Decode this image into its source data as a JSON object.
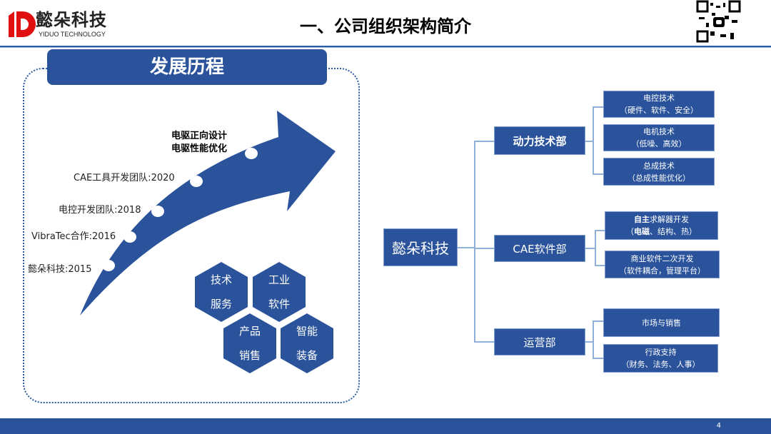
{
  "header": {
    "logo_text": "懿朵科技",
    "logo_sub": "YIDUO TECHNOLOGY",
    "title": "一、公司组织架构简介"
  },
  "history": {
    "title": "发展历程",
    "milestones": [
      "懿朵科技:2015",
      "VibraTec合作:2016",
      "电控开发团队:2018",
      "CAE工具开发团队:2020"
    ],
    "future": [
      "电驱正向设计",
      "电驱性能优化"
    ],
    "hexes": [
      [
        "技术",
        "服务"
      ],
      [
        "工业",
        "软件"
      ],
      [
        "产品",
        "销售"
      ],
      [
        "智能",
        "装备"
      ]
    ]
  },
  "org": {
    "root": "懿朵科技",
    "departments": [
      {
        "name": "动力技术部",
        "subs": [
          {
            "title": "电控技术",
            "detail": "（硬件、软件、安全）"
          },
          {
            "title": "电机技术",
            "detail": "（低噪、高效）"
          },
          {
            "title": "总成技术",
            "detail": "（总成性能优化）"
          }
        ]
      },
      {
        "name": "CAE软件部",
        "subs": [
          {
            "title_bold": "自主",
            "title": "求解器开发",
            "detail_bold": "电磁",
            "detail": "、结构、热）"
          },
          {
            "title": "商业软件二次开发",
            "detail": "（软件耦合，管理平台）"
          }
        ]
      },
      {
        "name": "运营部",
        "subs": [
          {
            "title": "市场与销售"
          },
          {
            "title": "行政支持",
            "detail": "（财务、法务、人事）"
          }
        ]
      }
    ]
  },
  "footer": {
    "page": "4"
  },
  "colors": {
    "primary": "#2a539c",
    "logo_red": "#e01010"
  }
}
